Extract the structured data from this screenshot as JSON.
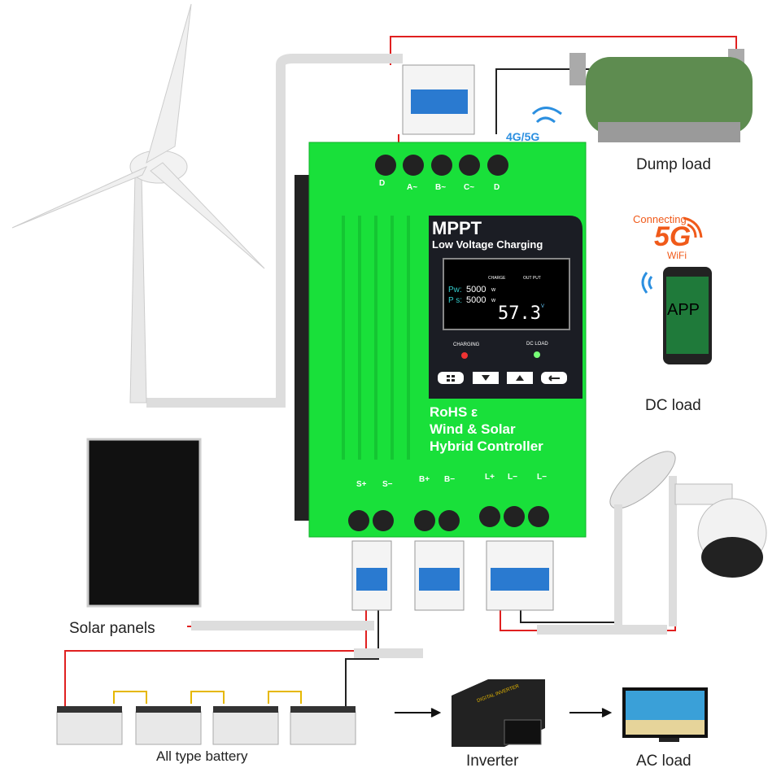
{
  "labels": {
    "dump_load": "Dump load",
    "dc_load": "DC load",
    "solar_panels": "Solar panels",
    "battery": "All type battery",
    "inverter": "Inverter",
    "ac_load": "AC load",
    "network": "4G/5G",
    "connecting": "Connecting",
    "fiveg": "5G",
    "wifi": "WiFi",
    "app": "APP"
  },
  "controller": {
    "title": "MPPT",
    "subtitle": "Low Voltage Charging",
    "cert": "RoHS ε",
    "line1": "Wind & Solar",
    "line2": "Hybrid  Controller",
    "top_terminals": [
      "D",
      "A~",
      "B~",
      "C~",
      "D"
    ],
    "solar_terminals": [
      "S+",
      "S−"
    ],
    "battery_terminals": [
      "B+",
      "B−"
    ],
    "load_terminals": [
      "L+",
      "L−",
      "L−"
    ],
    "lcd": {
      "charge": "CHARGE",
      "output": "OUT PUT",
      "pw_label": "Pw:",
      "pw_value": "5000",
      "ps_label": "P s:",
      "ps_value": "5000",
      "unit_w": "w",
      "voltage": "57.3",
      "unit_v": "V"
    },
    "indicators": {
      "charging": "CHARGING",
      "dc_load": "DC LOAD"
    },
    "buttons": [
      "menu",
      "down",
      "up",
      "enter"
    ],
    "inverter_brand": "DIGITAL INVERTER"
  },
  "colors": {
    "body": "#19e03a",
    "panel": "#1b1d24",
    "wire_red": "#e02020",
    "accent_orange": "#f05a1a",
    "net_blue": "#2b8fe0"
  }
}
